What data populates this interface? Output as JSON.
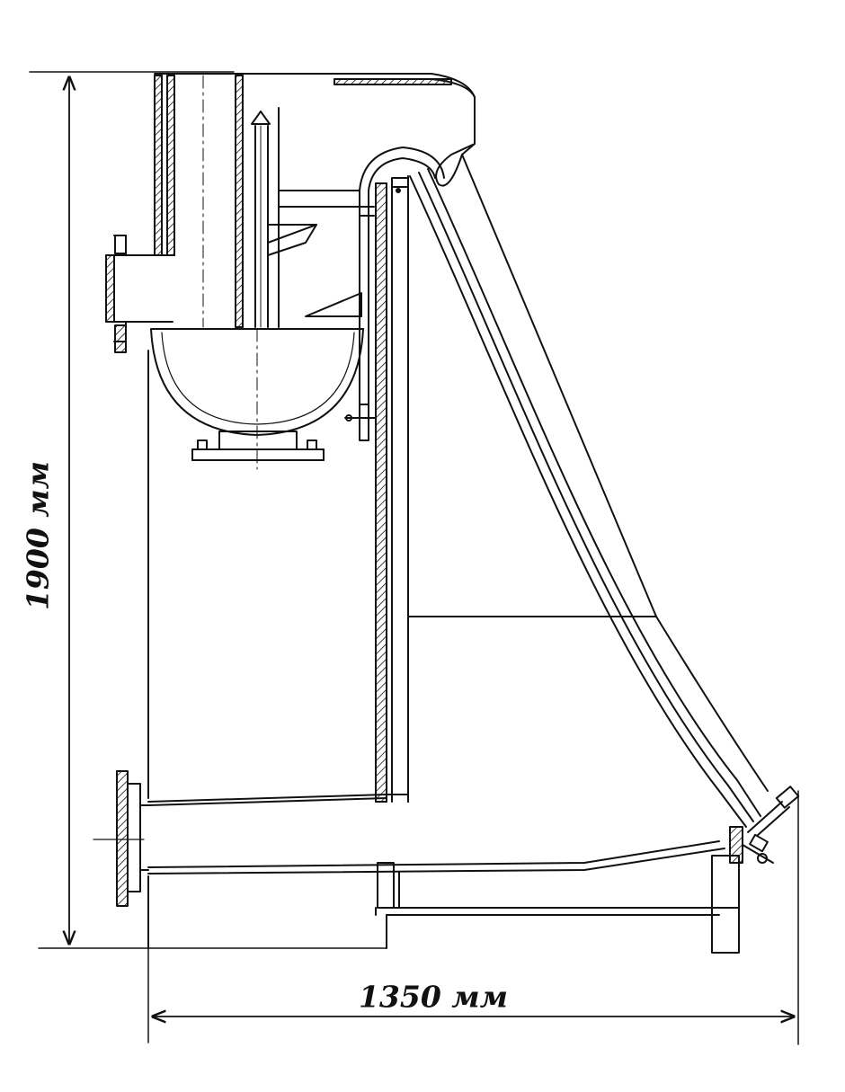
{
  "drawing": {
    "type": "engineering-cross-section",
    "line_color": "#111111",
    "background_color": "#ffffff"
  },
  "dimensions": {
    "height": {
      "label": "1900 мм",
      "value": 1900,
      "unit": "мм"
    },
    "width": {
      "label": "1350 мм",
      "value": 1350,
      "unit": "мм"
    }
  }
}
